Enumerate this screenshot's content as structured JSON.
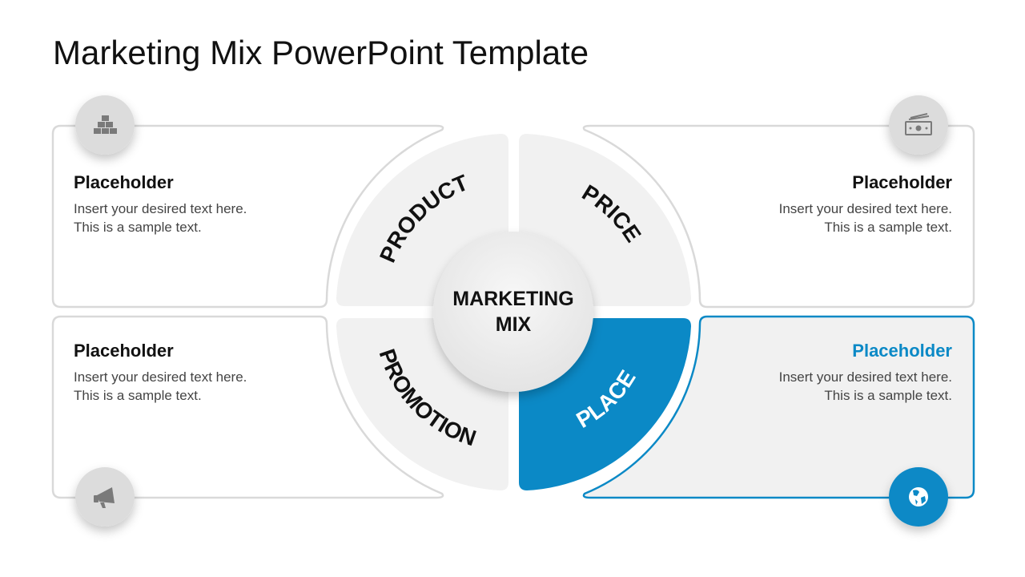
{
  "title": "Marketing Mix PowerPoint Template",
  "center": {
    "line1": "MARKETING",
    "line2": "MIX"
  },
  "segments": {
    "product": "PRODUCT",
    "price": "PRICE",
    "promotion": "PROMOTION",
    "place": "PLACE"
  },
  "cards": {
    "product": {
      "heading": "Placeholder",
      "line1": "Insert your desired text here.",
      "line2": "This is a sample text.",
      "icon": "blocks-icon"
    },
    "price": {
      "heading": "Placeholder",
      "line1": "Insert your desired text here.",
      "line2": "This is a sample text.",
      "icon": "money-icon"
    },
    "promotion": {
      "heading": "Placeholder",
      "line1": "Insert your desired text here.",
      "line2": "This is a sample text.",
      "icon": "megaphone-icon"
    },
    "place": {
      "heading": "Placeholder",
      "line1": "Insert your desired text here.",
      "line2": "This is a sample text.",
      "icon": "globe-icon"
    }
  },
  "colors": {
    "accent": "#0b89c6",
    "segment_gray": "#f1f1f1",
    "outline_gray": "#d9d9d9",
    "icon_gray": "#dcdcdc",
    "highlight_card_fill": "#f1f1f1"
  }
}
